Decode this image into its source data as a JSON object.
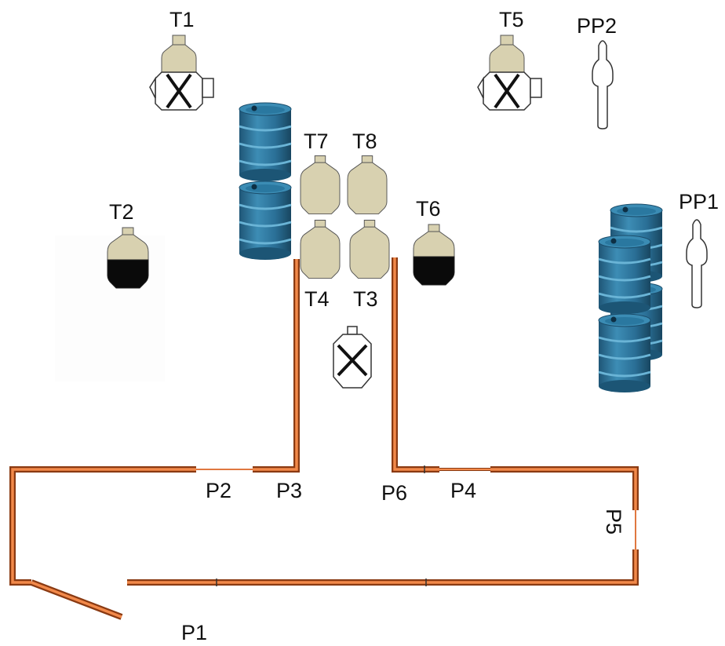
{
  "labels": {
    "t1": "T1",
    "t2": "T2",
    "t3": "T3",
    "t4": "T4",
    "t5": "T5",
    "t6": "T6",
    "t7": "T7",
    "t8": "T8",
    "pp1": "PP1",
    "pp2": "PP2",
    "p1": "P1",
    "p2": "P2",
    "p3": "P3",
    "p4": "P4",
    "p5": "P5",
    "p6": "P6"
  },
  "colors": {
    "pipe_outer": "#8a3a12",
    "pipe_inner": "#f2894a",
    "tank_body": "#d8d1b0",
    "tank_outline": "#555555",
    "tank_fill_dark": "#0a0a0a",
    "drum": "#2a6f96",
    "drum_highlight": "#5aa5c8",
    "background": "#ffffff"
  },
  "icons": {
    "tank": "bottle-tank-icon",
    "valve_tank": "tank-with-valve-icon",
    "closed_valve": "closed-valve-icon",
    "person": "person-figure-icon",
    "drum_stack": "barrel-stack-icon"
  }
}
